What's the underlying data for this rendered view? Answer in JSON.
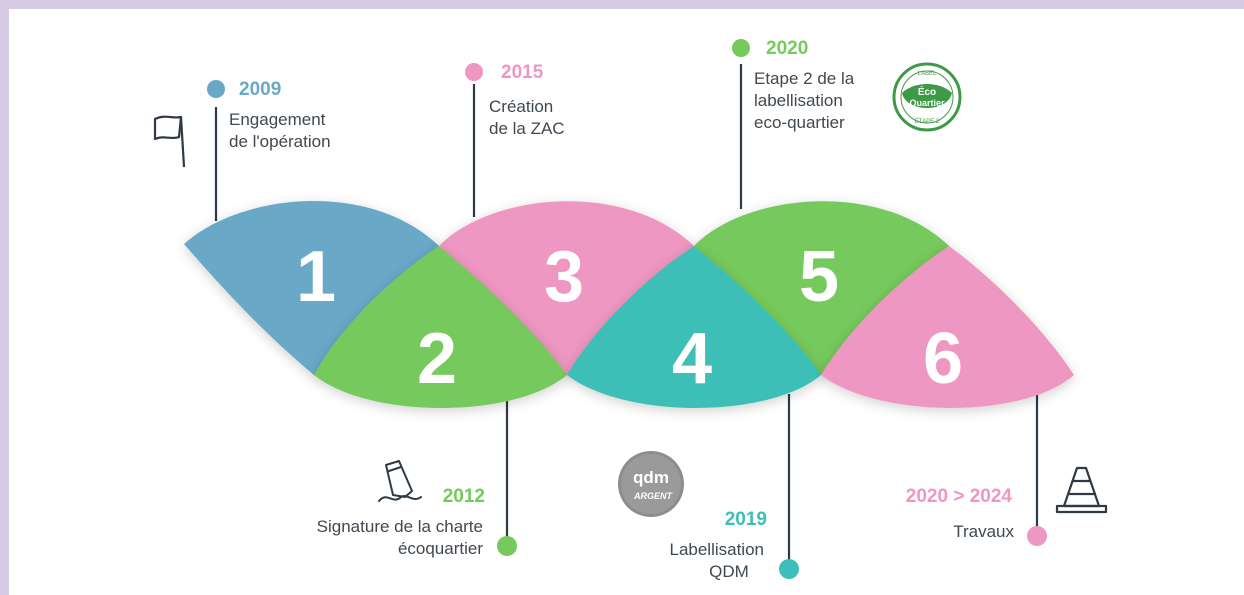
{
  "colors": {
    "blue": "#6aa8c8",
    "green": "#76c95b",
    "pink": "#ee97c2",
    "teal": "#3cbfb8",
    "line": "#2f3a45",
    "label": "#404850",
    "ecoGreen": "#3f9a47"
  },
  "steps": [
    {
      "number": "1",
      "color": "blue"
    },
    {
      "number": "2",
      "color": "green"
    },
    {
      "number": "3",
      "color": "pink"
    },
    {
      "number": "4",
      "color": "teal"
    },
    {
      "number": "5",
      "color": "green"
    },
    {
      "number": "6",
      "color": "pink"
    }
  ],
  "milestones": [
    {
      "year": "2009",
      "color": "blue",
      "label": [
        "Engagement",
        "de l'opération"
      ],
      "icon": "flag-icon"
    },
    {
      "year": "2015",
      "color": "pink",
      "label": [
        "Création",
        "de la ZAC"
      ],
      "icon": ""
    },
    {
      "year": "2020",
      "color": "green",
      "label": [
        "Etape 2 de la",
        "labellisation",
        "eco-quartier"
      ],
      "icon": "ecoquartier-label-badge"
    },
    {
      "year": "2012",
      "color": "green",
      "label": [
        "Signature de la charte",
        "écoquartier"
      ],
      "icon": "pencil-signature-icon"
    },
    {
      "year": "2019",
      "color": "teal",
      "label": [
        "Labellisation",
        "QDM"
      ],
      "icon": "qdm-argent-badge"
    },
    {
      "year": "2020 > 2024",
      "color": "pink",
      "label": [
        "Travaux"
      ],
      "icon": "traffic-cone-icon"
    }
  ],
  "badges": {
    "ecoquartier": {
      "top": "LABEL",
      "line1": "Éco",
      "line2": "Quartier",
      "bottom": "ÉTAPE 2"
    },
    "qdm": {
      "logo": "qdm",
      "sub": "ARGENT"
    }
  }
}
